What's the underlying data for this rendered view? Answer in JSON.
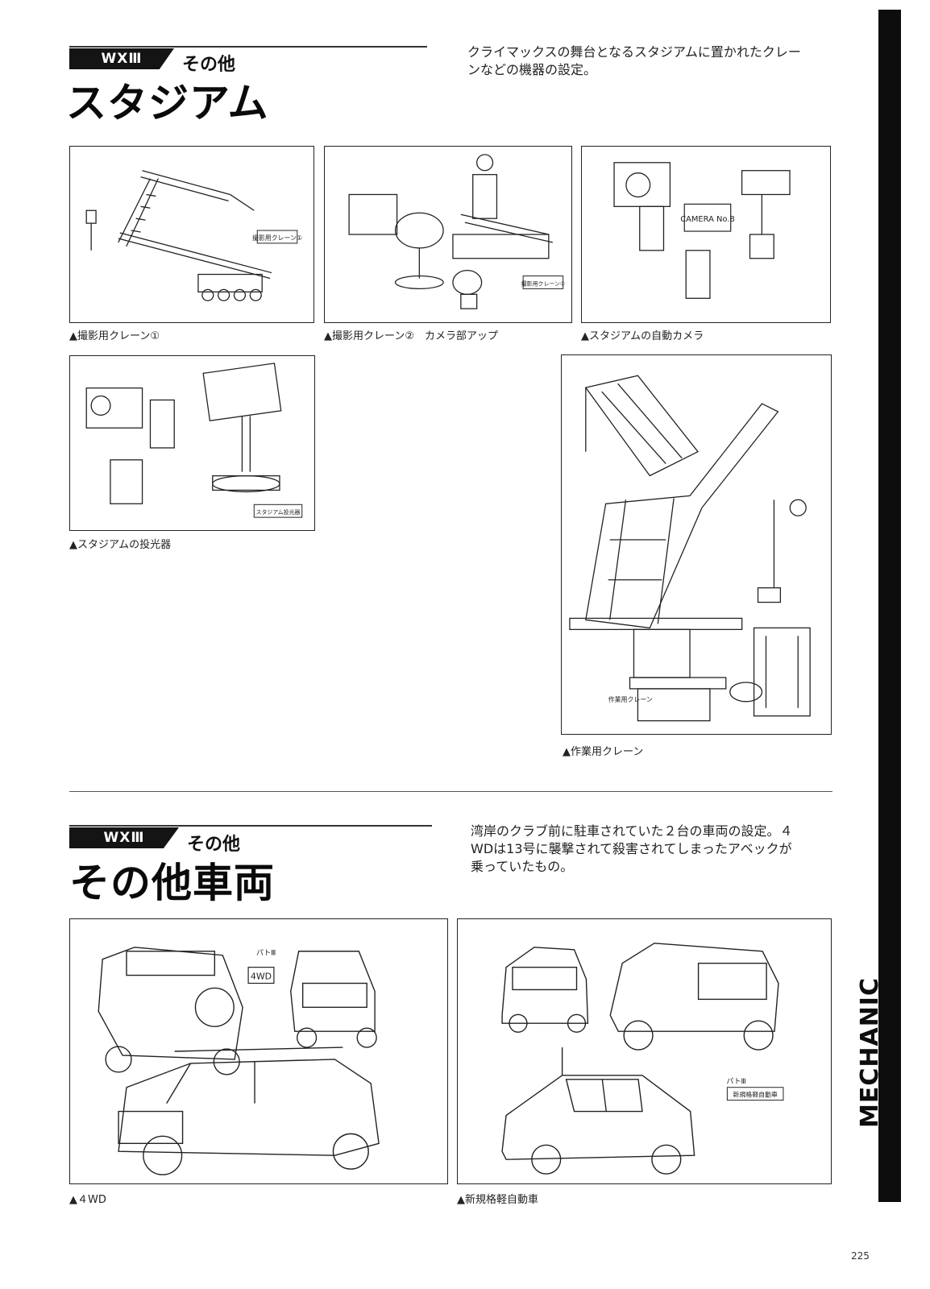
{
  "section1": {
    "tag": "WXⅢ",
    "subtitle": "その他",
    "title": "スタジアム",
    "description_lines": [
      "クライマックスの舞台となるスタジアムに置かれたクレー",
      "ンなどの機器の設定。"
    ],
    "figures": [
      {
        "caption": "▲撮影用クレーン①",
        "label": "撮影用クレーン①"
      },
      {
        "caption": "▲撮影用クレーン②　カメラ部アップ",
        "label": "撮影用クレーン②"
      },
      {
        "caption": "▲スタジアムの自動カメラ",
        "label": "CAMERA No.8"
      },
      {
        "caption": "▲スタジアムの投光器",
        "label": "スタジアム投光器"
      },
      {
        "caption": "▲作業用クレーン",
        "label": "作業用クレーン"
      }
    ]
  },
  "section2": {
    "tag": "WXⅢ",
    "subtitle": "その他",
    "title": "その他車両",
    "description_lines": [
      "湾岸のクラブ前に駐車されていた２台の車両の設定。４",
      "WDは13号に襲撃されて殺害されてしまったアベックが",
      "乗っていたもの。"
    ],
    "figures": [
      {
        "caption": "▲４WD",
        "label": "4WD",
        "note": "パトⅢ"
      },
      {
        "caption": "▲新規格軽自動車",
        "label": "新規格軽自動車",
        "note": "パトⅢ"
      }
    ]
  },
  "sidebar_label": "MECHANIC",
  "page_number": "225"
}
